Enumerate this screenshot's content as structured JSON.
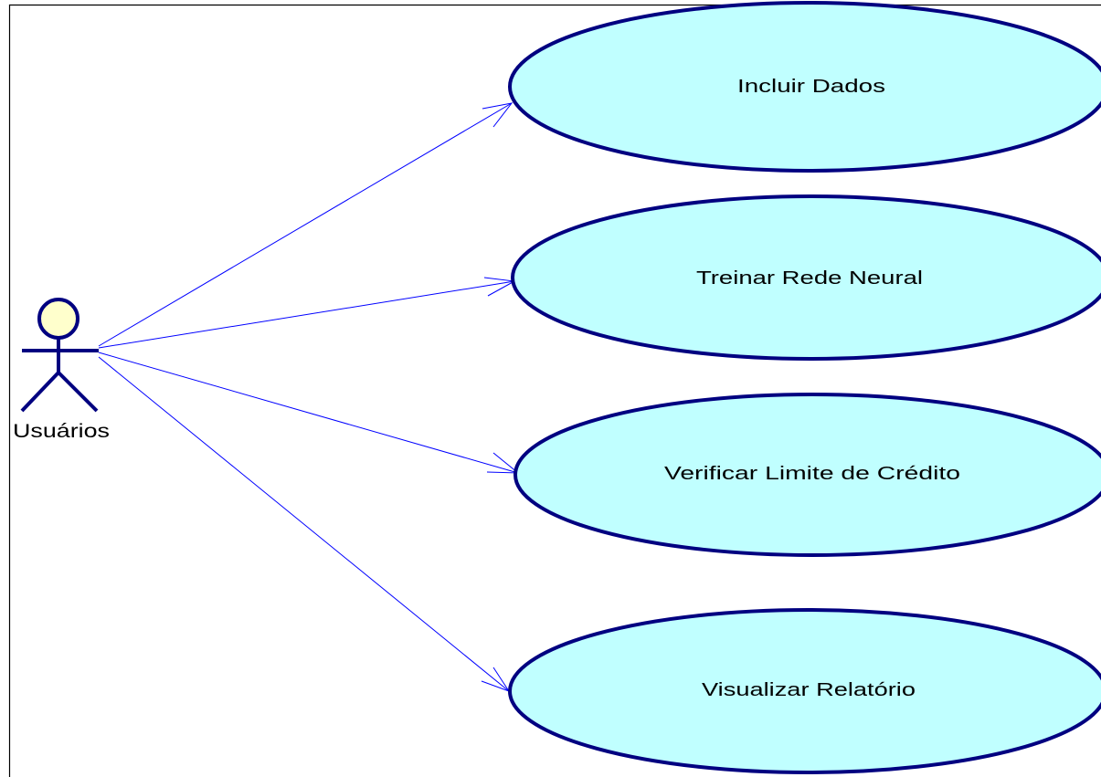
{
  "diagram": {
    "actor": {
      "name": "Usuários",
      "icon": "stick-figure-actor-icon",
      "head_color": "#ffffcc",
      "stroke_color": "#000080"
    },
    "use_cases": [
      {
        "id": "incluir-dados",
        "label": "Incluir Dados"
      },
      {
        "id": "treinar-rede-neural",
        "label": "Treinar Rede Neural"
      },
      {
        "id": "verificar-limite-credito",
        "label": "Verificar Limite de Crédito"
      },
      {
        "id": "visualizar-relatorio",
        "label": "Visualizar Relatório"
      }
    ],
    "colors": {
      "use_case_fill": "#c0ffff",
      "use_case_stroke": "#000080",
      "association_line": "#0000ff",
      "frame": "#000000"
    }
  }
}
